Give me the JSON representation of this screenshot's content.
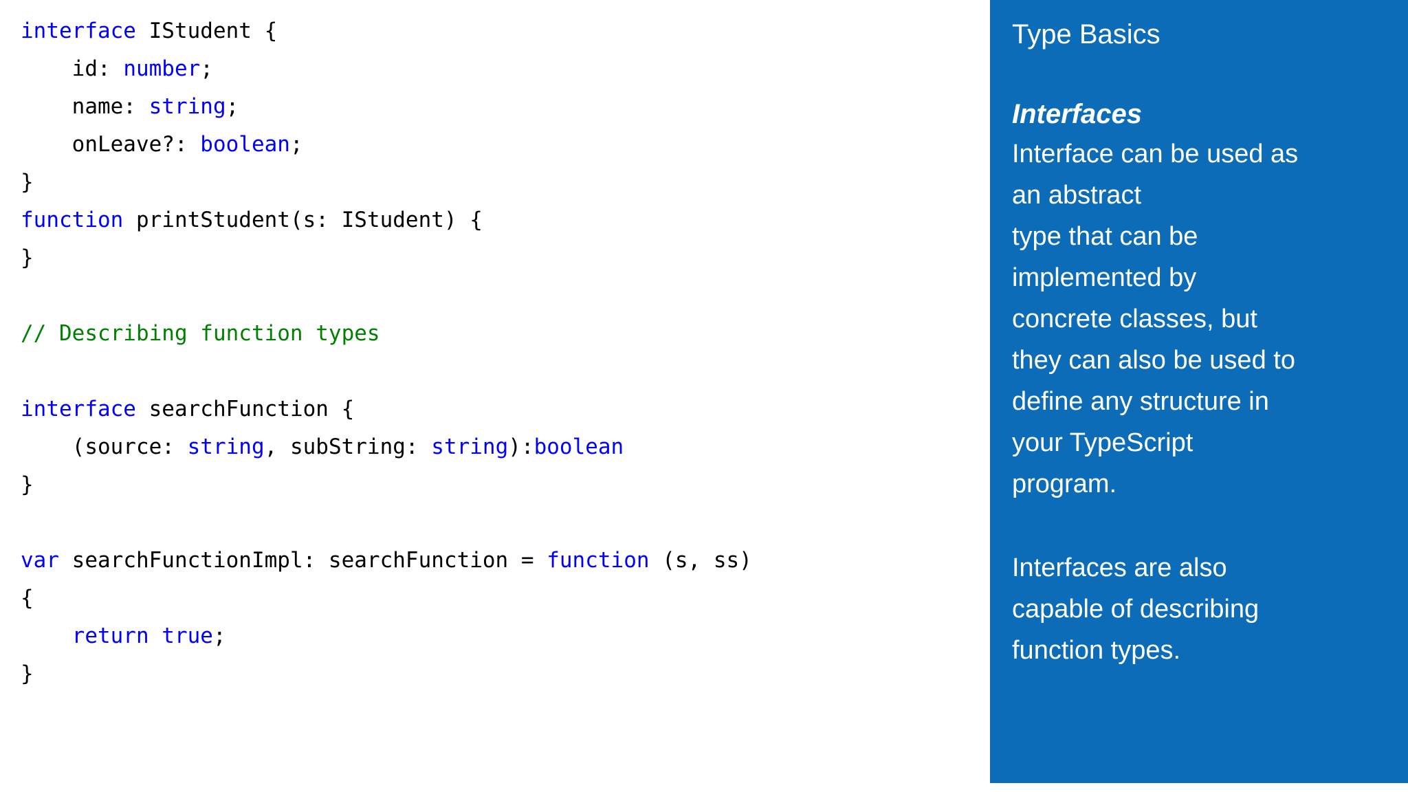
{
  "slide": {
    "background": "#ffffff",
    "accent_color": "#0c6cb8",
    "code_keyword_color": "#0000ff",
    "code_comment_color": "#008000",
    "code_text_color": "#000000"
  },
  "code": {
    "language": "TypeScript",
    "lines": [
      {
        "id": "l01",
        "segments": [
          {
            "t": "interface",
            "c": "kw"
          },
          {
            "t": " IStudent {",
            "c": "plain"
          }
        ]
      },
      {
        "id": "l02",
        "segments": [
          {
            "t": "    id: ",
            "c": "plain"
          },
          {
            "t": "number",
            "c": "kw"
          },
          {
            "t": ";",
            "c": "plain"
          }
        ]
      },
      {
        "id": "l03",
        "segments": [
          {
            "t": "    name: ",
            "c": "plain"
          },
          {
            "t": "string",
            "c": "kw"
          },
          {
            "t": ";",
            "c": "plain"
          }
        ]
      },
      {
        "id": "l04",
        "segments": [
          {
            "t": "    onLeave?: ",
            "c": "plain"
          },
          {
            "t": "boolean",
            "c": "kw"
          },
          {
            "t": ";",
            "c": "plain"
          }
        ]
      },
      {
        "id": "l05",
        "segments": [
          {
            "t": "}",
            "c": "plain"
          }
        ]
      },
      {
        "id": "l06",
        "segments": [
          {
            "t": "function",
            "c": "kw"
          },
          {
            "t": " printStudent(s: IStudent) {",
            "c": "plain"
          }
        ]
      },
      {
        "id": "l07",
        "segments": [
          {
            "t": "}",
            "c": "plain"
          }
        ]
      },
      {
        "id": "l08",
        "segments": [
          {
            "t": "",
            "c": "plain"
          }
        ]
      },
      {
        "id": "l09",
        "segments": [
          {
            "t": "// Describing function types",
            "c": "cmt"
          }
        ]
      },
      {
        "id": "l10",
        "segments": [
          {
            "t": "",
            "c": "plain"
          }
        ]
      },
      {
        "id": "l11",
        "segments": [
          {
            "t": "interface",
            "c": "kw"
          },
          {
            "t": " searchFunction {",
            "c": "plain"
          }
        ]
      },
      {
        "id": "l12",
        "segments": [
          {
            "t": "    (source: ",
            "c": "plain"
          },
          {
            "t": "string",
            "c": "kw"
          },
          {
            "t": ", subString: ",
            "c": "plain"
          },
          {
            "t": "string",
            "c": "kw"
          },
          {
            "t": "):",
            "c": "plain"
          },
          {
            "t": "boolean",
            "c": "kw"
          }
        ]
      },
      {
        "id": "l13",
        "segments": [
          {
            "t": "}",
            "c": "plain"
          }
        ]
      },
      {
        "id": "l14",
        "segments": [
          {
            "t": "",
            "c": "plain"
          }
        ]
      },
      {
        "id": "l15",
        "segments": [
          {
            "t": "var",
            "c": "kw"
          },
          {
            "t": " searchFunctionImpl: searchFunction = ",
            "c": "plain"
          },
          {
            "t": "function",
            "c": "kw"
          },
          {
            "t": " (s, ss)",
            "c": "plain"
          }
        ]
      },
      {
        "id": "l16",
        "segments": [
          {
            "t": "{",
            "c": "plain"
          }
        ]
      },
      {
        "id": "l17",
        "segments": [
          {
            "t": "    ",
            "c": "plain"
          },
          {
            "t": "return true",
            "c": "kw"
          },
          {
            "t": ";",
            "c": "plain"
          }
        ]
      },
      {
        "id": "l18",
        "segments": [
          {
            "t": "}",
            "c": "plain"
          }
        ]
      }
    ]
  },
  "panel": {
    "title": "Type Basics",
    "subhead": "Interfaces",
    "paragraph_1": "Interface can be used as\nan abstract\ntype that can be\nimplemented by\nconcrete classes, but\nthey can also be used to\ndefine any structure in\nyour TypeScript\nprogram.",
    "paragraph_2": "Interfaces are also\ncapable of describing\nfunction types."
  }
}
